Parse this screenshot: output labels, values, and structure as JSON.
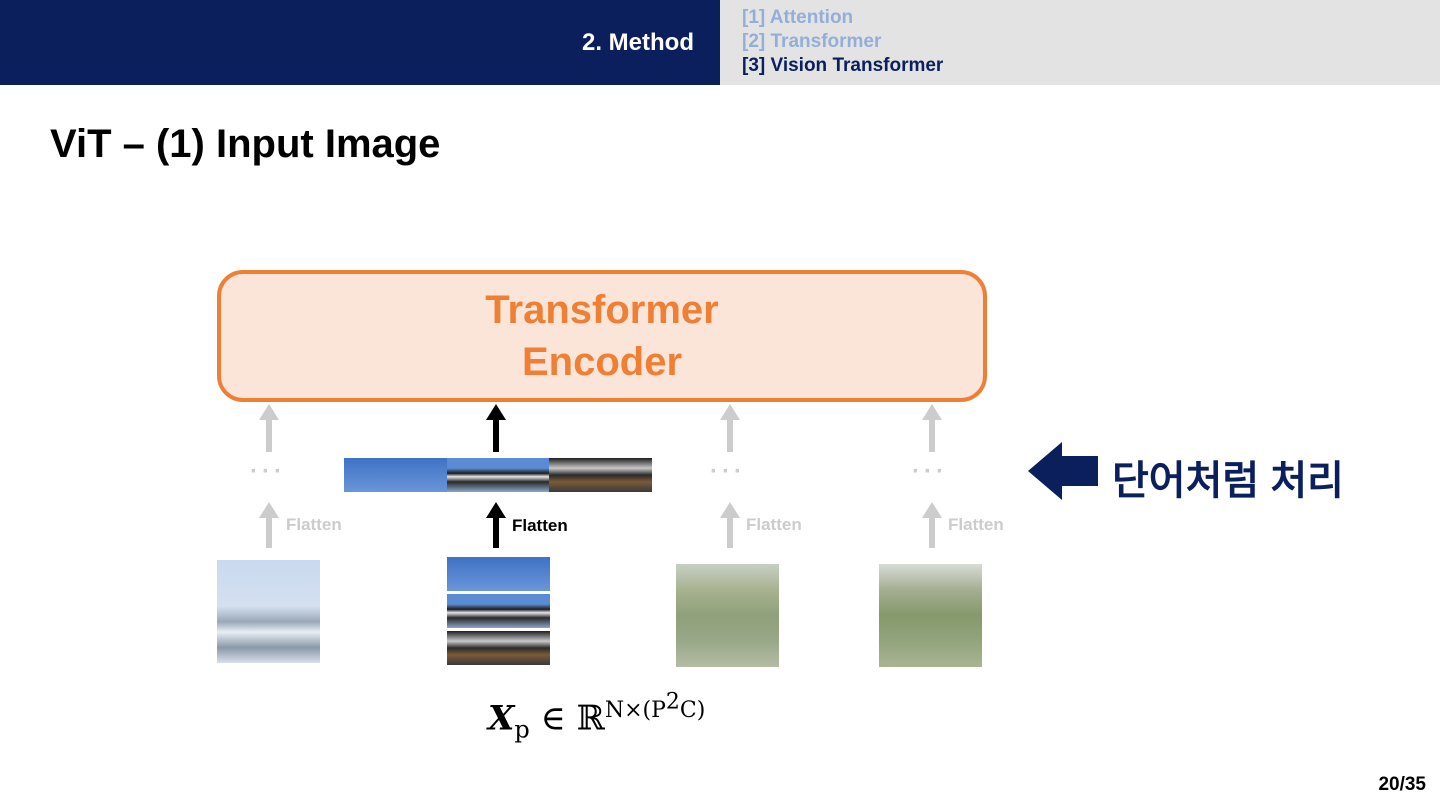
{
  "header": {
    "section": "2. Method",
    "nav": [
      {
        "label": "[1] Attention",
        "active": false
      },
      {
        "label": "[2] Transformer",
        "active": false
      },
      {
        "label": "[3] Vision Transformer",
        "active": true
      }
    ]
  },
  "slide": {
    "title": "ViT – (1) Input Image",
    "encoder": {
      "line1": "Transformer",
      "line2": "Encoder"
    },
    "dots": "···",
    "flatten_labels": [
      "Flatten",
      "Flatten",
      "Flatten",
      "Flatten"
    ],
    "callout": "단어처럼 처리",
    "formula": {
      "var": "X",
      "sub": "p",
      "in": "∈",
      "set": "ℝ",
      "sup_left": "N×(P",
      "sup_exp": "2",
      "sup_right": "C)"
    },
    "page": "20/35"
  },
  "colors": {
    "navy": "#0a1f5c",
    "nav_inactive": "#93aed8",
    "orange": "#ee7f35",
    "orange_fill": "#fbe5d8",
    "faded_gray": "#cccccc"
  }
}
